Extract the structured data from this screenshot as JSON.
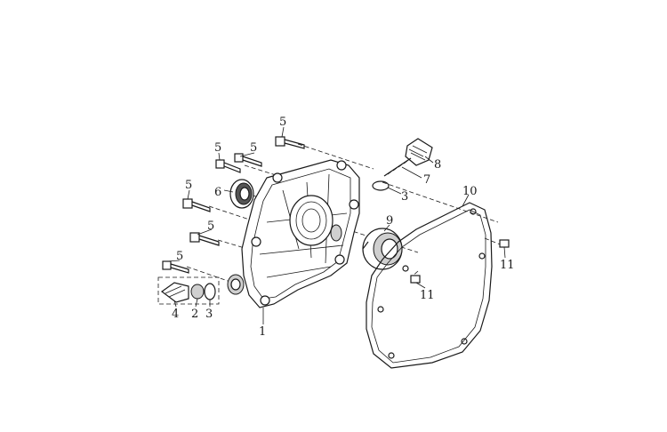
{
  "callouts": [
    {
      "id": "c-5a",
      "text": "5"
    },
    {
      "id": "c-5b",
      "text": "5"
    },
    {
      "id": "c-5c",
      "text": "5"
    },
    {
      "id": "c-5d",
      "text": "5"
    },
    {
      "id": "c-5e",
      "text": "5"
    },
    {
      "id": "c-5f",
      "text": "5"
    },
    {
      "id": "c-6",
      "text": "6"
    },
    {
      "id": "c-8",
      "text": "8"
    },
    {
      "id": "c-7",
      "text": "7"
    },
    {
      "id": "c-3a",
      "text": "3"
    },
    {
      "id": "c-10",
      "text": "10"
    },
    {
      "id": "c-9",
      "text": "9"
    },
    {
      "id": "c-11a",
      "text": "11"
    },
    {
      "id": "c-11b",
      "text": "11"
    },
    {
      "id": "c-4",
      "text": "4"
    },
    {
      "id": "c-2",
      "text": "2"
    },
    {
      "id": "c-3b",
      "text": "3"
    },
    {
      "id": "c-1",
      "text": "1"
    }
  ]
}
